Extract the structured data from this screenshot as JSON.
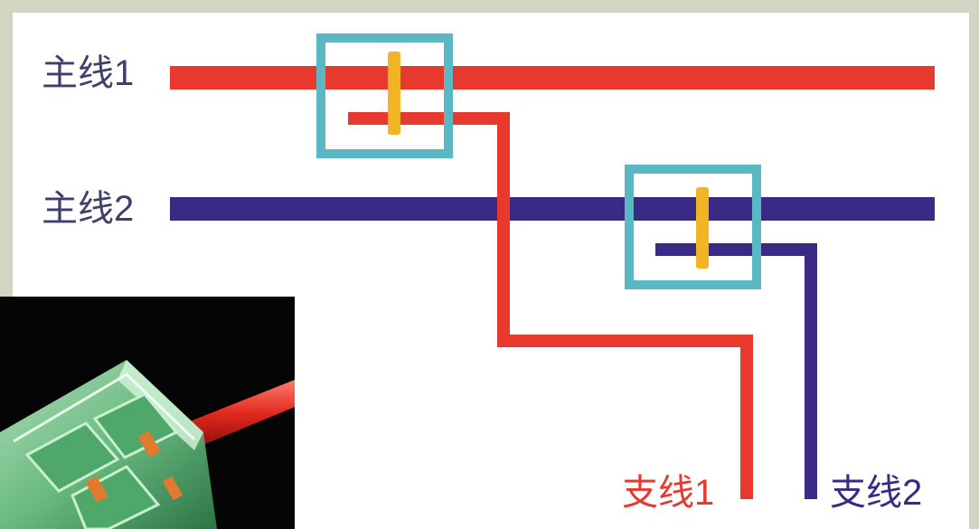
{
  "labels": {
    "main1": "主线1",
    "main2": "主线2",
    "branch1": "支线1",
    "branch2": "支线2"
  },
  "colors": {
    "frame": "#d4d4c2",
    "main1_wire": "#e8392f",
    "main2_wire": "#3b2a85",
    "connector_box": "#59b8c4",
    "contact_bar": "#f3b424",
    "main_label_text": "#3f3f6e",
    "branch1_text": "#e8392f",
    "branch2_text": "#3b2a85"
  },
  "photo": {
    "subject": "transparent-green-wire-connector-with-red-wire",
    "background": "#050505"
  }
}
